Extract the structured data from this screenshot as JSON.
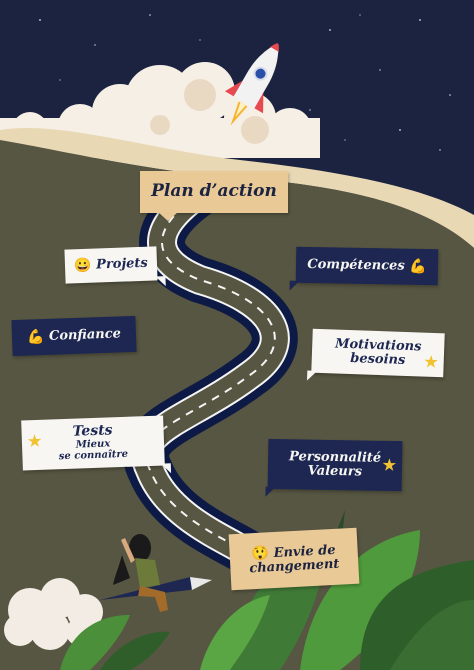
{
  "title": "Plan d’action",
  "bubbles": {
    "projets": {
      "label": "Projets",
      "icon": "smiling-face-icon"
    },
    "competences": {
      "label": "Compétences",
      "icon": "flexed-biceps-icon"
    },
    "confiance": {
      "label": "Confiance",
      "icon": "flexed-biceps-icon"
    },
    "motivations": {
      "line1": "Motivations",
      "line2": "besoins",
      "icon": "star-icon"
    },
    "tests": {
      "title": "Tests",
      "line1": "Mieux",
      "line2": "se connaître",
      "icon": "star-icon"
    },
    "personnalite": {
      "line1": "Personnalité",
      "line2": "Valeurs",
      "icon": "star-icon"
    },
    "envie": {
      "line1": "Envie de",
      "line2": "changement",
      "icon": "astonished-face-icon"
    }
  },
  "colors": {
    "sky": "#1b2340",
    "hill": "#575642",
    "road": "#0d1a45",
    "cloud": "#f6efe6",
    "bubble_light": "#f7f6f2",
    "bubble_dark": "#1d2752",
    "bubble_tan": "#e9c996",
    "star": "#f2c230",
    "rocket": "#f2f2f2",
    "rocket_accent": "#e64a4f",
    "leaf": "#3f7a37"
  }
}
